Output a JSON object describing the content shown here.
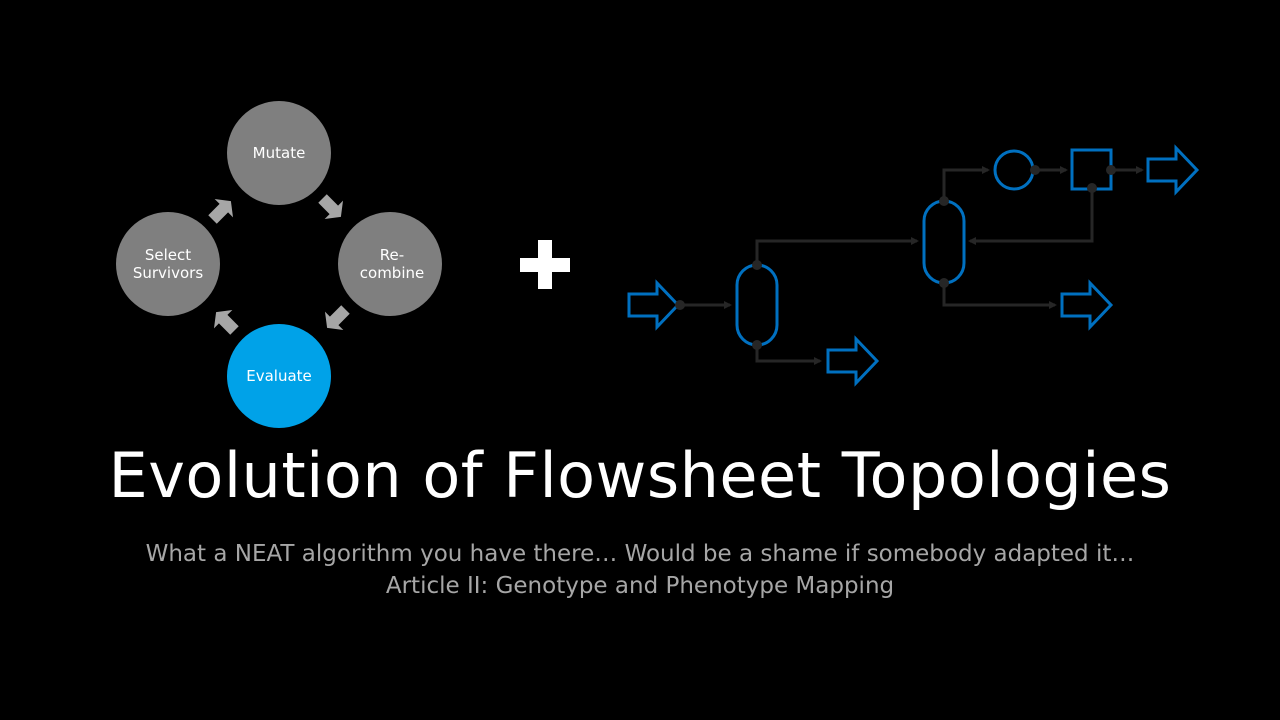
{
  "title": "Evolution of Flowsheet Topologies",
  "subtitle": {
    "line1": "What a NEAT algorithm you have there… Would be a shame if somebody adapted it…",
    "line2": "Article II: Genotype and Phenotype Mapping"
  },
  "cycle": {
    "nodes": [
      {
        "id": "mutate",
        "lines": [
          "Mutate"
        ]
      },
      {
        "id": "recombine",
        "lines": [
          "Re-",
          "combine"
        ]
      },
      {
        "id": "evaluate",
        "lines": [
          "Evaluate"
        ]
      },
      {
        "id": "select",
        "lines": [
          "Select",
          "Survivors"
        ]
      }
    ]
  },
  "plus_icon": "plus-icon",
  "colors": {
    "background": "#000000",
    "node_gray": "#7f7f7f",
    "node_highlight": "#00a2e8",
    "arrow_gray": "#a6a6a6",
    "flow_blue": "#0070c0",
    "line_dark": "#262626"
  }
}
